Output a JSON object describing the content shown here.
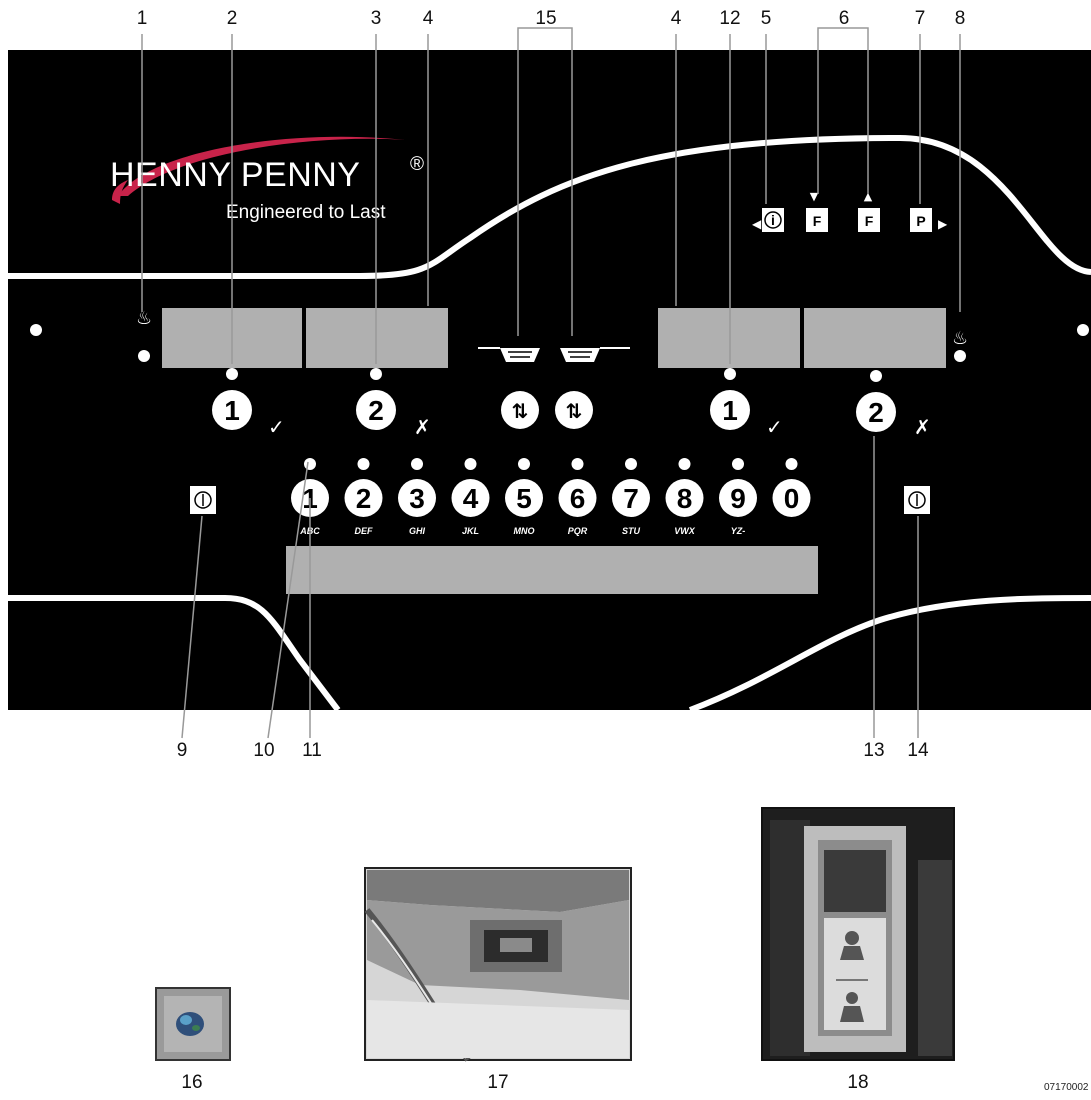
{
  "brand": {
    "name": "HENNY PENNY",
    "registered": "®",
    "tagline": "Engineered to Last"
  },
  "callouts": {
    "c1": "1",
    "c2": "2",
    "c3": "3",
    "c4a": "4",
    "c15": "15",
    "c4b": "4",
    "c12": "12",
    "c5": "5",
    "c6": "6",
    "c7": "7",
    "c8": "8",
    "c9": "9",
    "c10": "10",
    "c11": "11",
    "c13": "13",
    "c14": "14"
  },
  "vat_buttons": {
    "left_1": "1",
    "left_2": "2",
    "right_1": "1",
    "right_2": "2",
    "check": "✓",
    "cross": "✗"
  },
  "function_keys": {
    "info": "i",
    "f_down": "F",
    "f_up": "F",
    "program": "P"
  },
  "product_keys": [
    {
      "num": "1",
      "letters": "ABC"
    },
    {
      "num": "2",
      "letters": "DEF"
    },
    {
      "num": "3",
      "letters": "GHI"
    },
    {
      "num": "4",
      "letters": "JKL"
    },
    {
      "num": "5",
      "letters": "MNO"
    },
    {
      "num": "6",
      "letters": "PQR"
    },
    {
      "num": "7",
      "letters": "STU"
    },
    {
      "num": "8",
      "letters": "VWX"
    },
    {
      "num": "9",
      "letters": "YZ-"
    },
    {
      "num": "0",
      "letters": ""
    }
  ],
  "photos": {
    "p16": "16",
    "p17": "17",
    "p18": "18"
  },
  "doc_id": "07170002",
  "colors": {
    "panel": "#000000",
    "display": "#b0b0b0",
    "swoosh": "#c8234a",
    "stripe": "#ffffff"
  }
}
